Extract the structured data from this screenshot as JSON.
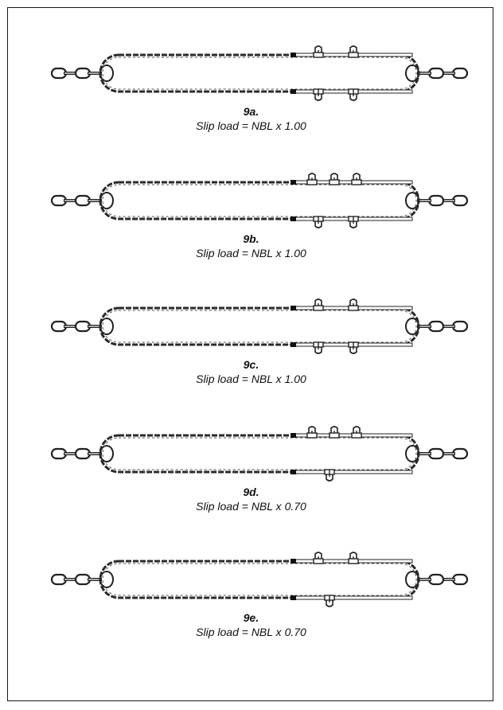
{
  "figures": [
    {
      "id": "9a.",
      "caption": "Slip load = NBL x 1.00",
      "top_clips": 2,
      "bottom_clips": 2
    },
    {
      "id": "9b.",
      "caption": "Slip load = NBL x 1.00",
      "top_clips": 3,
      "bottom_clips": 2
    },
    {
      "id": "9c.",
      "caption": "Slip load = NBL x 1.00",
      "top_clips": 2,
      "bottom_clips": 2
    },
    {
      "id": "9d.",
      "caption": "Slip load = NBL x 0.70",
      "top_clips": 3,
      "bottom_clips": 1
    },
    {
      "id": "9e.",
      "caption": "Slip load = NBL x 0.70",
      "top_clips": 2,
      "bottom_clips": 1
    }
  ]
}
